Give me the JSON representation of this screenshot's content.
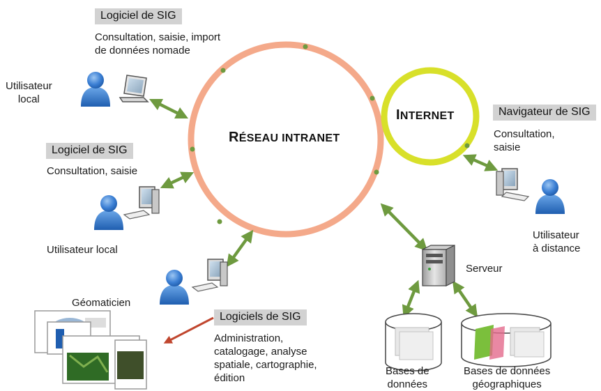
{
  "network": {
    "intranet_label": {
      "cap": "R",
      "rest": "ÉSEAU INTRANET"
    },
    "internet_label": {
      "cap": "I",
      "rest": "NTERNET"
    }
  },
  "nodes": {
    "mobile": {
      "tag": "Logiciel de SIG",
      "desc": "Consultation, saisie, import\nde données nomade",
      "user": "Utilisateur\nlocal"
    },
    "desktop": {
      "tag": "Logiciel de SIG",
      "desc": "Consultation, saisie",
      "user": "Utilisateur local"
    },
    "geomatician": {
      "user": "Géomaticien",
      "tag": "Logiciels de SIG",
      "desc": "Administration,\ncatalogage, analyse\nspatiale, cartographie,\nédition"
    },
    "remote": {
      "tag": "Navigateur de SIG",
      "desc": "Consultation,\nsaisie",
      "user": "Utilisateur\nà distance"
    },
    "server": {
      "label": "Serveur",
      "db1": "Bases de\ndonnées",
      "db2": "Bases de données\ngéographiques"
    }
  },
  "colors": {
    "intranet_ring": "#f4a98a",
    "internet_ring": "#d8e02a",
    "arrow": "#6e9a3f",
    "user_icon": "#3b7fd4",
    "red_arrow": "#c0462e",
    "tag_bg": "#d2d2d2"
  },
  "icons": [
    "user-icon",
    "laptop-icon",
    "desktop-computer-icon",
    "server-icon",
    "database-icon",
    "geo-database-icon",
    "map-screens-icon"
  ]
}
